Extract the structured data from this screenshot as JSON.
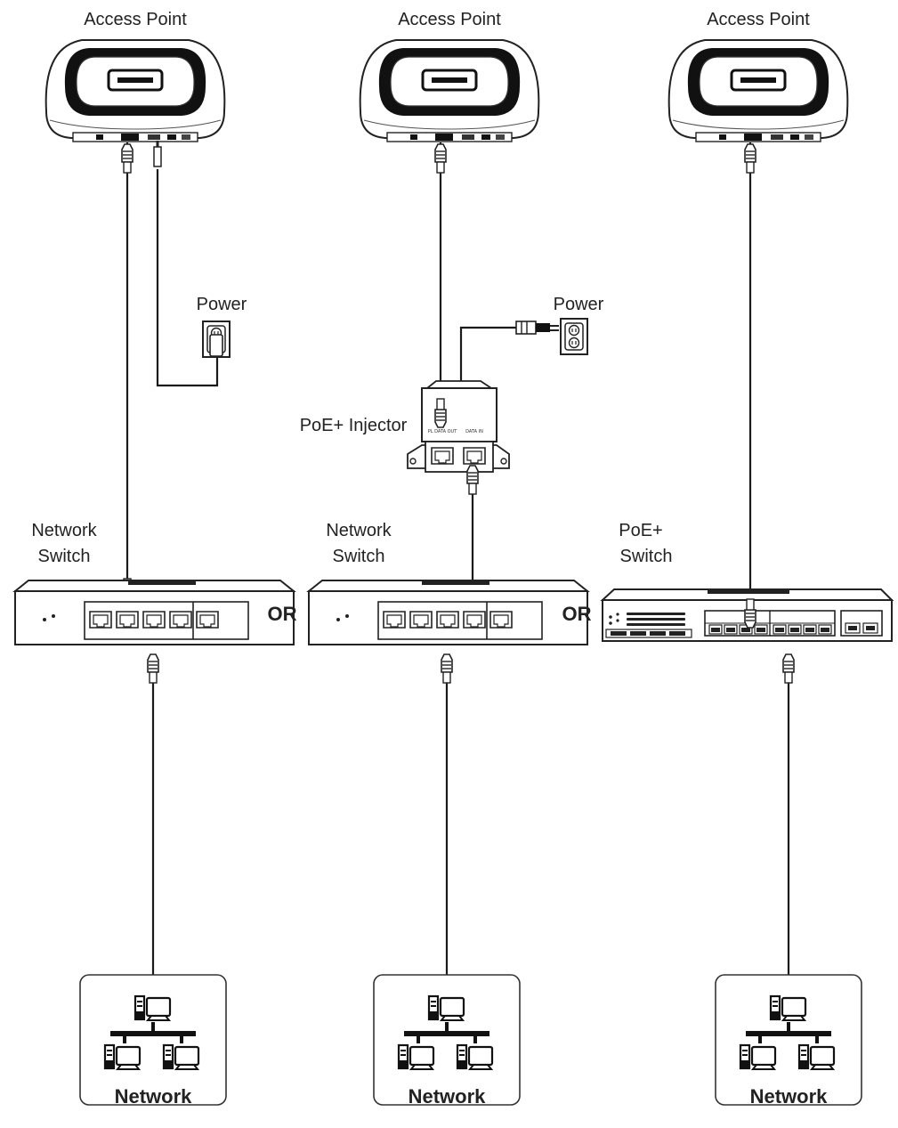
{
  "labels": {
    "access_point": "Access Point",
    "power": "Power",
    "poe_injector": "PoE+ Injector",
    "network_switch_line1": "Network",
    "network_switch_line2": "Switch",
    "poe_switch_line1": "PoE+",
    "poe_switch_line2": "Switch",
    "or": "OR",
    "network": "Network",
    "injector_port_out": "PL DATA OUT",
    "injector_port_in": "DATA IN"
  },
  "colors": {
    "line": "#1a1a1a",
    "outline": "#333333",
    "fill_dark": "#1a1a1a",
    "fill_light": "#ffffff",
    "fill_shade": "#e6e6e6"
  },
  "options": [
    {
      "ap_label": "Access Point",
      "switch_type": "non-poe-switch-with-power-adapter"
    },
    {
      "ap_label": "Access Point",
      "switch_type": "non-poe-switch-with-poe-injector"
    },
    {
      "ap_label": "Access Point",
      "switch_type": "poe-switch"
    }
  ],
  "icons": [
    "access-point-icon",
    "power-outlet-icon",
    "poe-injector-icon",
    "network-switch-icon",
    "poe-switch-icon",
    "network-icon",
    "computer-icon",
    "rj45-connector-icon",
    "power-plug-icon"
  ]
}
